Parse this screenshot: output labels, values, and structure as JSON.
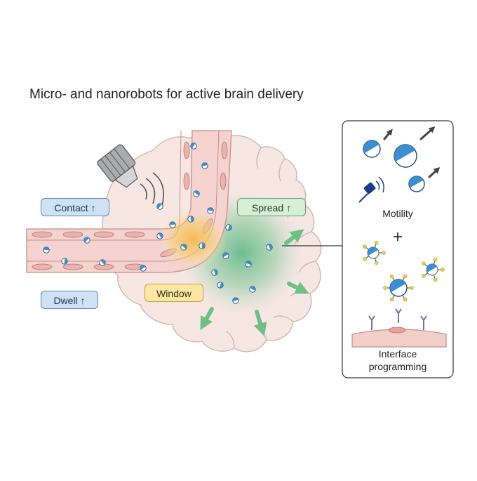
{
  "title": "Micro- and nanorobots for active brain delivery",
  "labels": {
    "contact": "Contact ↑",
    "dwell": "Dwell ↑",
    "spread": "Spread ↑",
    "window": "Window"
  },
  "panel": {
    "motility": "Motility",
    "plus": "+",
    "interface_line1": "Interface",
    "interface_line2": "programming"
  },
  "colors": {
    "brain_fill": "#f6e6e2",
    "vessel_fill": "#f3d3d0",
    "vessel_cell": "#e8b7b4",
    "spread_glow": "#6cc18e",
    "window_glow": "#f4c04c",
    "robot_blue": "#3b8fd0",
    "arrow_green": "#6fbf86"
  },
  "icons": [
    "ultrasound-transducer-icon",
    "magnetic-field-source-icon",
    "nanorobot-icon",
    "motion-arrow-icon",
    "receptor-icon",
    "ligand-icon"
  ]
}
